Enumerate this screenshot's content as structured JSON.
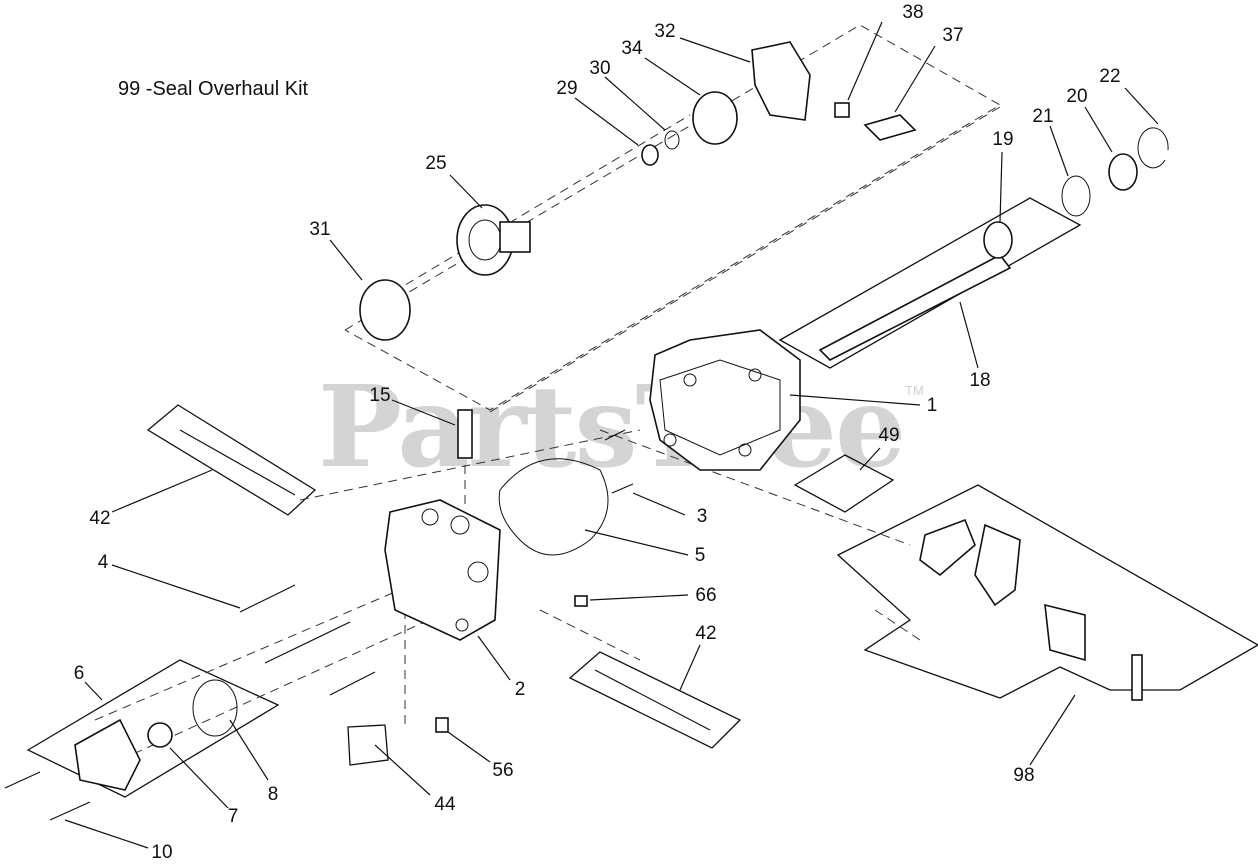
{
  "kit_note": "99 -Seal Overhaul Kit",
  "watermark": "PartsTree",
  "trademark": "TM",
  "callouts": [
    {
      "id": "38",
      "label": "38"
    },
    {
      "id": "37",
      "label": "37"
    },
    {
      "id": "32",
      "label": "32"
    },
    {
      "id": "34",
      "label": "34"
    },
    {
      "id": "30",
      "label": "30"
    },
    {
      "id": "29",
      "label": "29"
    },
    {
      "id": "22",
      "label": "22"
    },
    {
      "id": "20",
      "label": "20"
    },
    {
      "id": "21",
      "label": "21"
    },
    {
      "id": "19",
      "label": "19"
    },
    {
      "id": "25",
      "label": "25"
    },
    {
      "id": "31",
      "label": "31"
    },
    {
      "id": "18",
      "label": "18"
    },
    {
      "id": "15",
      "label": "15"
    },
    {
      "id": "1",
      "label": "1"
    },
    {
      "id": "49",
      "label": "49"
    },
    {
      "id": "42a",
      "label": "42"
    },
    {
      "id": "3",
      "label": "3"
    },
    {
      "id": "5",
      "label": "5"
    },
    {
      "id": "4",
      "label": "4"
    },
    {
      "id": "66",
      "label": "66"
    },
    {
      "id": "42b",
      "label": "42"
    },
    {
      "id": "6",
      "label": "6"
    },
    {
      "id": "2",
      "label": "2"
    },
    {
      "id": "56",
      "label": "56"
    },
    {
      "id": "8",
      "label": "8"
    },
    {
      "id": "7",
      "label": "7"
    },
    {
      "id": "44",
      "label": "44"
    },
    {
      "id": "98",
      "label": "98"
    },
    {
      "id": "10",
      "label": "10"
    }
  ]
}
